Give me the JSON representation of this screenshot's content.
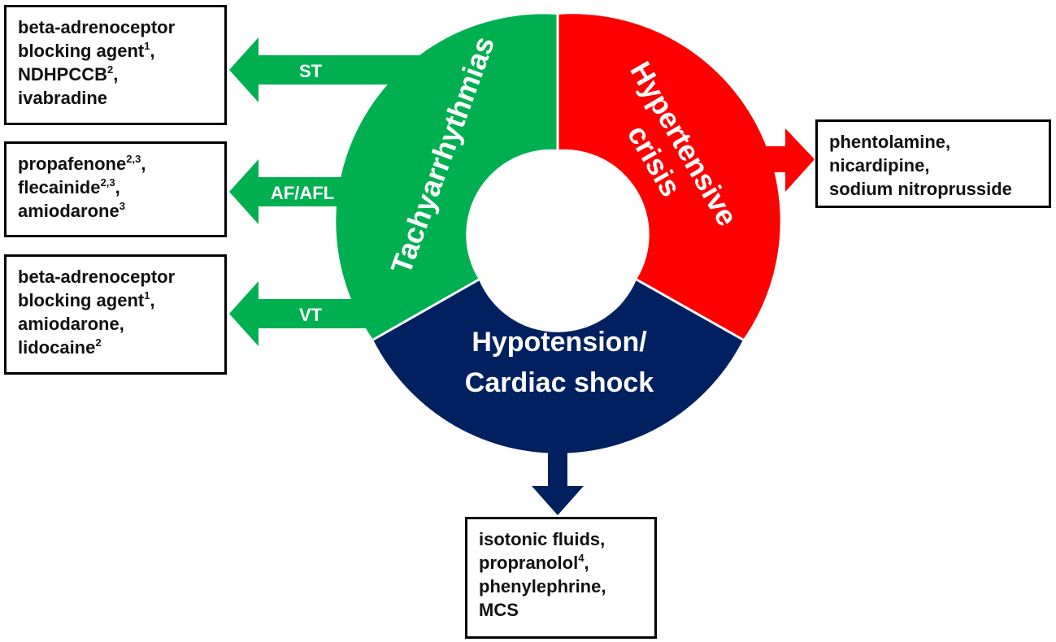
{
  "colors": {
    "tachy": "#00b050",
    "hyper": "#ff0000",
    "hypo": "#002060",
    "box_border": "#000000"
  },
  "segments": {
    "tachy_label": "Tachyarrhythmias",
    "hyper_label_line1": "Hypertensive",
    "hyper_label_line2": "crisis",
    "hypo_label_line1": "Hypotension/",
    "hypo_label_line2": "Cardiac shock"
  },
  "arrows": {
    "st": "ST",
    "af": "AF/AFL",
    "vt": "VT"
  },
  "boxes": {
    "st": {
      "l1": "beta-adrenoceptor",
      "l2": "blocking agent",
      "l2_sup": "1",
      "l2_tail": ",",
      "l3": "NDHPCCB",
      "l3_sup": "2",
      "l3_tail": ",",
      "l4": "ivabradine"
    },
    "af": {
      "l1": "propafenone",
      "l1_sup": "2,3",
      "l1_tail": ",",
      "l2": "flecainide",
      "l2_sup": "2,3",
      "l2_tail": ",",
      "l3": "amiodarone",
      "l3_sup": "3"
    },
    "vt": {
      "l1": "beta-adrenoceptor",
      "l2": "blocking agent",
      "l2_sup": "1",
      "l2_tail": ",",
      "l3": "amiodarone,",
      "l4": "lidocaine",
      "l4_sup": "2"
    },
    "hyper": {
      "l1": "phentolamine,",
      "l2": "nicardipine,",
      "l3": "sodium nitroprusside"
    },
    "hypo": {
      "l1": "isotonic fluids,",
      "l2": "propranolol",
      "l2_sup": "4",
      "l2_tail": ",",
      "l3": "phenylephrine,",
      "l4": "MCS"
    }
  }
}
